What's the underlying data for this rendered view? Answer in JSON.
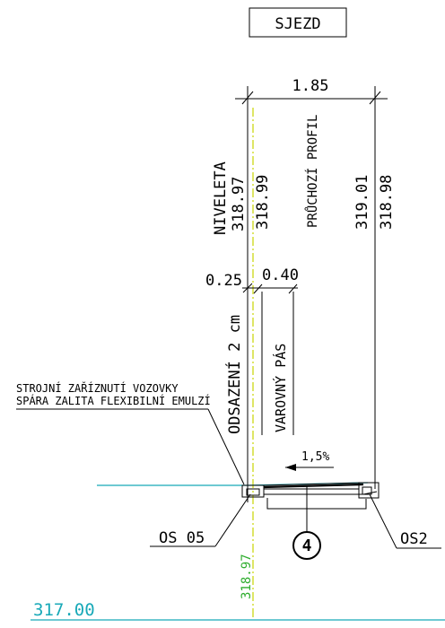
{
  "header_box_label": "SJEZD",
  "dimensions": {
    "top_width": "1.85",
    "left_offset": "0.25",
    "strip_width": "0.40"
  },
  "labels": {
    "niveleta": "NIVELETA",
    "niveleta_value": "318.97",
    "left_elevation": "318.99",
    "profile": "PRŮCHOZÍ PROFIL",
    "right_elevation_1": "319.01",
    "right_elevation_2": "318.98",
    "odsazeni": "ODSAZENÍ 2 cm",
    "varovny_pas": "VAROVNÝ PÁS",
    "note_line1": "STROJNÍ ZAŘÍZNUTÍ VOZOVKY",
    "note_line2": "SPÁRA ZALITA FLEXIBILNÍ EMULZÍ",
    "slope": "1,5%",
    "os_left": "OS 05",
    "detail_number": "4",
    "os_right": "OS2",
    "bottom_elevation": "318.97",
    "datum": "317.00"
  },
  "colors": {
    "linework": "#000000",
    "datum_line": "#18a9b8",
    "axis_line": "#c8d400",
    "axis_text": "#2fae2f"
  }
}
